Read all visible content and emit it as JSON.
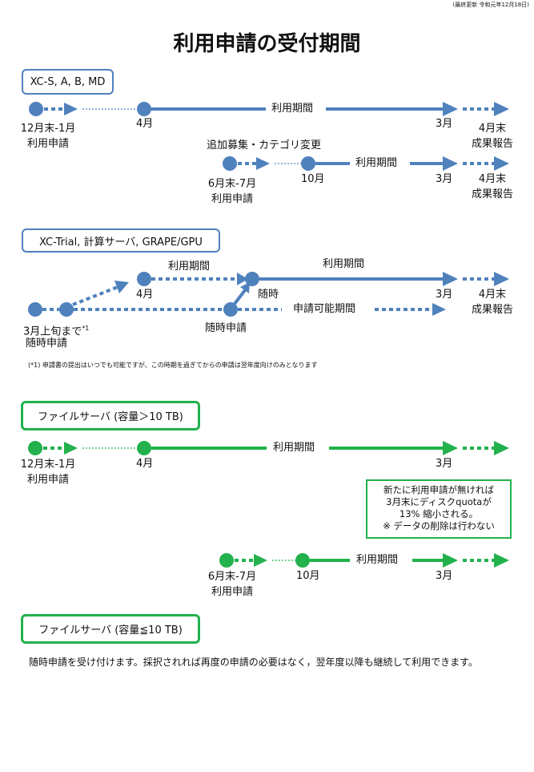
{
  "header": {
    "last_updated": "(最終更新 令和元年12月18日)",
    "title": "利用申請の受付期間"
  },
  "sections": {
    "xcs": {
      "label": "XC-S, A, B, MD",
      "row1": {
        "apply_period": "12月末-1月",
        "apply_label": "利用申請",
        "start": "4月",
        "usage": "利用期間",
        "end": "3月",
        "report_month": "4月末",
        "report_label": "成果報告"
      },
      "row2": {
        "caption": "追加募集・カテゴリ変更",
        "apply_period": "6月末-7月",
        "apply_label": "利用申請",
        "start": "10月",
        "usage": "利用期間",
        "end": "3月",
        "report_month": "4月末",
        "report_label": "成果報告"
      }
    },
    "trial": {
      "label": "XC-Trial, 計算サーバ, GRAPE/GPU",
      "apply_until": "3月上旬まで",
      "apply_note_mark": "*1",
      "apply_label": "随時申請",
      "usage_left": "利用期間",
      "start": "4月",
      "usage_right": "利用期間",
      "anytime": "随時",
      "anytime_apply": "随時申請",
      "apply_possible": "申請可能期間",
      "end": "3月",
      "report_month": "4月末",
      "report_label": "成果報告",
      "footnote": "(*1) 申請書の提出はいつでも可能ですが、この時期を過ぎてからの申請は翌年度向けのみとなります"
    },
    "file_large": {
      "label": "ファイルサーバ (容量＞10 TB)",
      "row1": {
        "apply_period": "12月末-1月",
        "apply_label": "利用申請",
        "start": "4月",
        "usage": "利用期間",
        "end": "3月"
      },
      "notice": {
        "line1": "新たに利用申請が無ければ",
        "line2": "3月末にディスクquotaが",
        "line3": "13% 縮小される。",
        "line4": "※ データの削除は行わない"
      },
      "row2": {
        "apply_period": "6月末-7月",
        "apply_label": "利用申請",
        "start": "10月",
        "usage": "利用期間",
        "end": "3月"
      }
    },
    "file_small": {
      "label": "ファイルサーバ (容量≦10 TB)",
      "description": "随時申請を受け付けます。採択されれば再度の申請の必要はなく，翌年度以降も継続して利用できます。"
    }
  },
  "colors": {
    "blue": "#4f81bd",
    "green": "#22b14c"
  }
}
